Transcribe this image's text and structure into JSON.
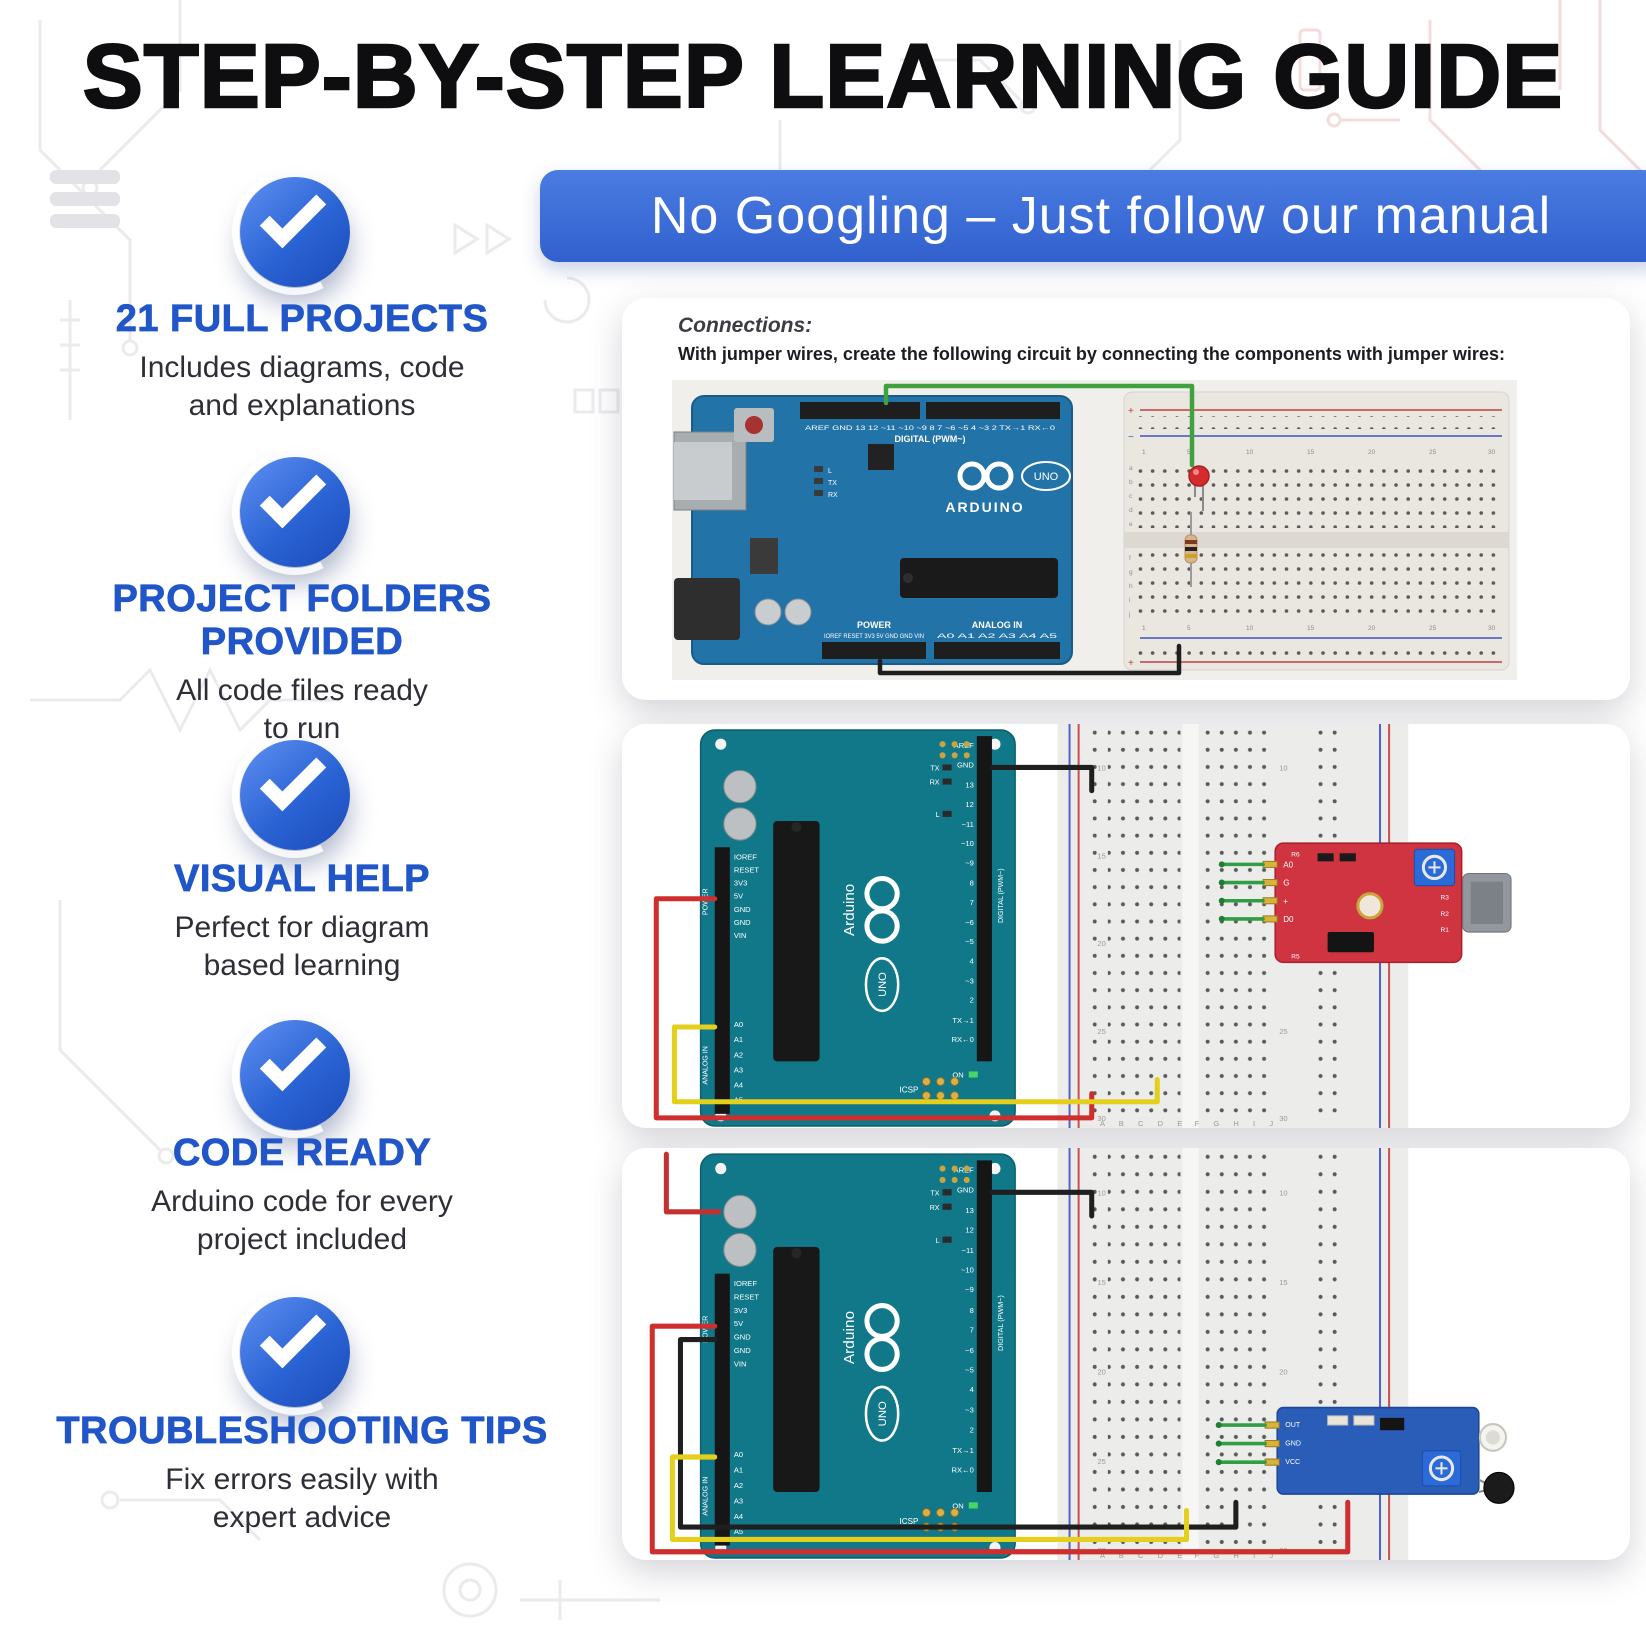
{
  "page": {
    "title": "STEP-BY-STEP LEARNING GUIDE",
    "banner_text": "No Googling – Just follow our manual"
  },
  "features": [
    {
      "heading": "21 FULL PROJECTS",
      "description": "Includes diagrams, code\nand explanations"
    },
    {
      "heading": "PROJECT FOLDERS PROVIDED",
      "description": "All code files ready\nto run"
    },
    {
      "heading": "VISUAL HELP",
      "description": "Perfect for diagram\nbased learning"
    },
    {
      "heading": "CODE READY",
      "description": "Arduino code for every\nproject included"
    },
    {
      "heading": "TROUBLESHOOTING TIPS",
      "description": "Fix errors easily with\nexpert advice"
    }
  ],
  "connections_card": {
    "label": "Connections:",
    "instruction": "With jumper wires, create the following circuit by connecting the components with jumper wires:"
  },
  "arduino": {
    "brand": "ARDUINO",
    "brand_tm": "Arduino",
    "model": "UNO",
    "digital_label": "DIGITAL (PWM~)",
    "analog_label": "ANALOG IN",
    "power_label": "POWER",
    "icsp_label": "ICSP",
    "tx": "TX",
    "rx": "RX",
    "led_l": "L",
    "on": "ON",
    "digital_pins_row": "AREF GND 13 12 ~11 ~10 ~9 8   7 ~6 ~5 4 ~3 2 TX→1 RX←0",
    "power_pins_row": "IOREF RESET 3V3 5V GND GND VIN",
    "analog_pins_row": "A0 A1 A2 A3 A4 A5",
    "digital_pins_list": [
      "AREF",
      "GND",
      "13",
      "12",
      "~11",
      "~10",
      "~9",
      "8",
      "7",
      "~6",
      "~5",
      "4",
      "~3",
      "2",
      "TX→1",
      "RX←0"
    ],
    "power_pins_list": [
      "IOREF",
      "RESET",
      "3V3",
      "5V",
      "GND",
      "GND",
      "VIN"
    ],
    "analog_pins_list": [
      "A0",
      "A1",
      "A2",
      "A3",
      "A4",
      "A5"
    ]
  },
  "breadboard": {
    "plus": "+",
    "minus": "−",
    "numbers": [
      "1",
      "5",
      "10",
      "15",
      "20",
      "25",
      "30"
    ],
    "letters": [
      "a",
      "b",
      "c",
      "d",
      "e",
      "f",
      "g",
      "h",
      "i",
      "j"
    ],
    "side_numbers": [
      "10",
      "15",
      "20",
      "25",
      "30"
    ],
    "letters_left": "A B C D E",
    "letters_right": "F G H I J"
  },
  "module_red": {
    "pins": [
      "A0",
      "G",
      "+",
      "D0"
    ],
    "refs": [
      "R6",
      "R5",
      "R3",
      "R2",
      "R1"
    ]
  },
  "module_blue": {
    "pins": [
      "OUT",
      "GND",
      "VCC"
    ]
  },
  "colors": {
    "accent_blue": "#2e63d2",
    "banner_blue": "#3a6bd8",
    "heading_blue": "#2156c8",
    "text_dark": "#2e2e36",
    "arduino_fritzing_blue": "#2273a8",
    "arduino_tinkercad_teal": "#11788a",
    "wire_red": "#cf2e2e",
    "wire_yellow": "#e3cf1c",
    "wire_black": "#1f1f1f",
    "wire_green": "#2f9e44",
    "module_red": "#cf3440",
    "module_blue": "#2a5db8"
  }
}
